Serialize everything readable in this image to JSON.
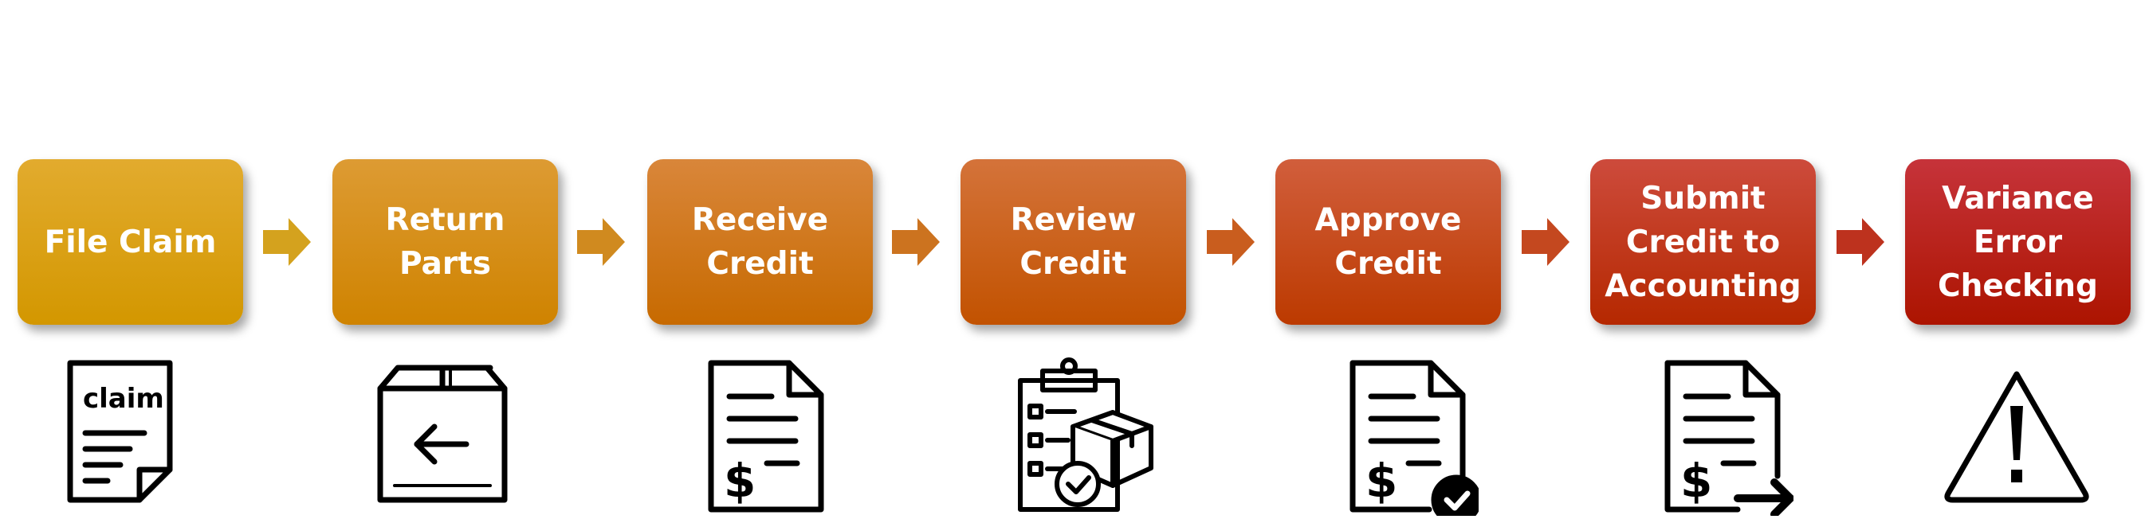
{
  "diagram": {
    "steps": [
      {
        "label": "File Claim",
        "icon": "claim-document-icon",
        "top_color": "#E2AB2E",
        "bottom_color": "#D39700"
      },
      {
        "label": "Return\nParts",
        "icon": "return-box-icon",
        "top_color": "#DD9B33",
        "bottom_color": "#CF8300"
      },
      {
        "label": "Receive\nCredit",
        "icon": "dollar-document-icon",
        "top_color": "#D9863A",
        "bottom_color": "#C76A00"
      },
      {
        "label": "Review\nCredit",
        "icon": "checklist-package-icon",
        "top_color": "#D4733A",
        "bottom_color": "#C25200"
      },
      {
        "label": "Approve\nCredit",
        "icon": "dollar-document-check-icon",
        "top_color": "#D15E3C",
        "bottom_color": "#BC3A00"
      },
      {
        "label": "Submit\nCredit to\nAccounting",
        "icon": "dollar-document-arrow-icon",
        "top_color": "#CD4B3C",
        "bottom_color": "#B52800"
      },
      {
        "label": "Variance\nError\nChecking",
        "icon": "warning-triangle-icon",
        "top_color": "#C6333A",
        "bottom_color": "#AC1400"
      }
    ],
    "arrow_colors": [
      "#D4A21E",
      "#D08A1F",
      "#CC731F",
      "#C95D1E",
      "#C4481F",
      "#BD321E"
    ],
    "claim_icon_text": "claim"
  }
}
